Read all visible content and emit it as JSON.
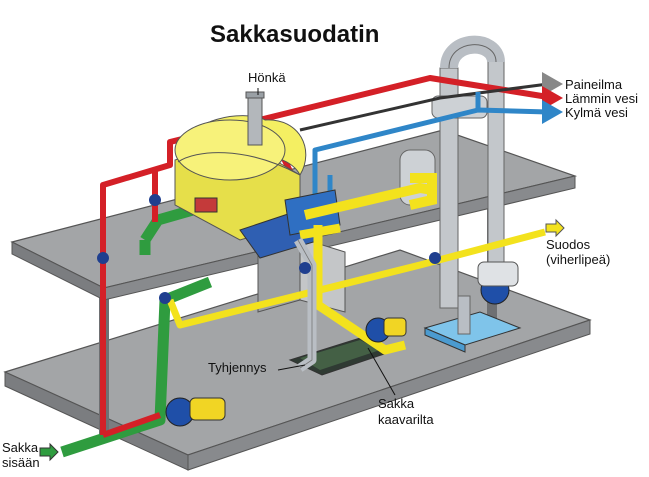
{
  "title": "Sakkasuodatin",
  "labels": {
    "honka": "Hönkä",
    "paineilma": "Paineilma",
    "lammin_vesi": "Lämmin vesi",
    "kylma_vesi": "Kylmä vesi",
    "suodos_line1": "Suodos",
    "suodos_line2": "(viherlipeä)",
    "tyhjennys": "Tyhjennys",
    "sakka_kaavarilta_line1": "Sakka",
    "sakka_kaavarilta_line2": "kaavarilta",
    "sakka_sisaan_line1": "Sakka",
    "sakka_sisaan_line2": "sisään"
  },
  "colors": {
    "red_pipe": "#d42027",
    "yellow_pipe": "#f3e21d",
    "green_pipe": "#2f9c3f",
    "blue_pipe": "#2f86c8",
    "grey_pipe": "#b9bec4",
    "drum": "#f4ef62",
    "deck": "#9a9c9e",
    "pump": "#1f4fa8"
  }
}
